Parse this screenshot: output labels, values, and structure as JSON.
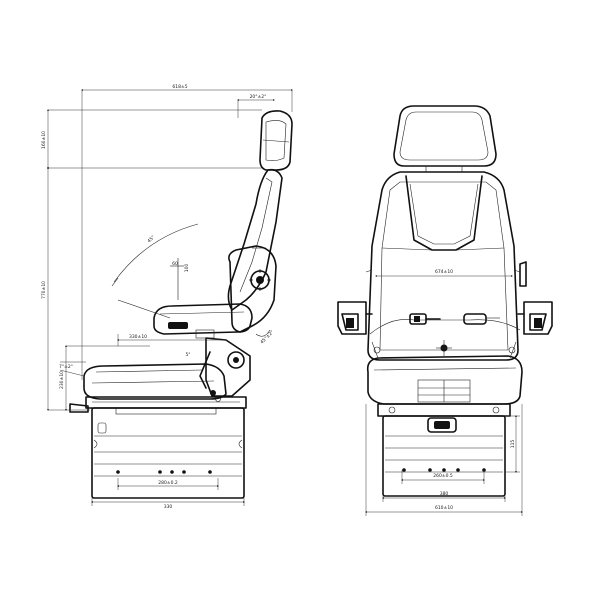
{
  "diagram": {
    "side_view": {
      "dimensions": {
        "overall_depth": "618±5",
        "headrest_tilt": "20°±2°",
        "headrest_height": "160±10",
        "overall_height": "770±10",
        "backrest_recline": "45°",
        "armrest_length": "330±10",
        "armrest_tilt_range": "45°±2°",
        "cushion_angle": "5°",
        "cushion_tilt": "7°±2°",
        "lumbar_a": "60",
        "lumbar_b": "100",
        "seat_height": "230±10",
        "base_mounting": "280±0.2",
        "base_width": "330"
      }
    },
    "front_view": {
      "dimensions": {
        "armrest_span": "674±10",
        "base_mounting": "260±0.5",
        "base_width": "380",
        "suspension_height": "115",
        "overall_width": "610±10"
      }
    }
  }
}
